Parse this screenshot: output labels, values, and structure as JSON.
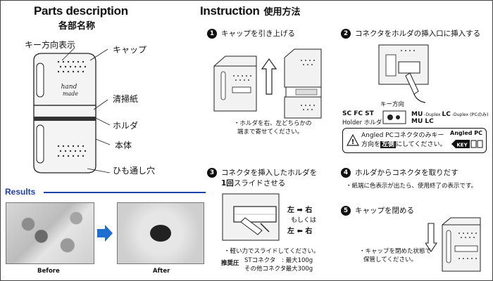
{
  "parts": {
    "title": "Parts description",
    "subtitle": "各部名称",
    "labels": {
      "key_direction": "キー方向表示",
      "cap": "キャップ",
      "cleaning_paper": "清掃紙",
      "holder": "ホルダ",
      "body": "本体",
      "strap_hole": "ひも通し穴"
    }
  },
  "results": {
    "title": "Results",
    "before": "Before",
    "after": "After"
  },
  "instruction": {
    "title": "Instruction",
    "title_jp": "使用方法",
    "steps": [
      {
        "num": "1",
        "title": "キャップを引き上げる"
      },
      {
        "num": "2",
        "title": "コネクタをホルダの挿入口に挿入する"
      },
      {
        "num": "3",
        "title_line1": "コネクタを挿入したホルダを",
        "title_bold": "1回",
        "title_line2": "スライドさせる"
      },
      {
        "num": "4",
        "title": "ホルダからコネクタを取りだす"
      },
      {
        "num": "5",
        "title": "キャップを閉める"
      }
    ],
    "step1_note_line1": "・ホルダを右、左どちらかの",
    "step1_note_line2": "端まで寄せてください。",
    "step2": {
      "key_direction": "キー方向",
      "left_types_line1": "SC FC ST",
      "left_types_line2": "Holder ホルダ",
      "mu_label": "MU",
      "lc_label": "LC",
      "duplex_note": "-Duplex",
      "pc_only": "(PCのみ)",
      "mu_lc": "MU LC",
      "caution_line1": "Angled PCコネクタのみキー",
      "caution_pre": "方向を",
      "caution_chip": "左側",
      "caution_post": "にしてください。",
      "angled_label": "Angled PC",
      "key_label": "KEY"
    },
    "step3": {
      "left_right": "左 ➡ 右",
      "or": "もしくは",
      "right_left": "左 ⬅ 右",
      "note": "・軽い力でスライドしてください。",
      "pressure_label": "推奨圧",
      "st_connector": "STコネクタ",
      "st_max": ": 最大100g",
      "other_connector": "その他コネクタ",
      "other_max": ": 最大300g"
    },
    "step4_note": "・紙端に色表示が出たら、使用終了の表示です。",
    "step5_note_line1": "・キャップを閉めた状態で",
    "step5_note_line2": "保管してください。"
  },
  "colors": {
    "results_blue": "#1f3fa8"
  }
}
